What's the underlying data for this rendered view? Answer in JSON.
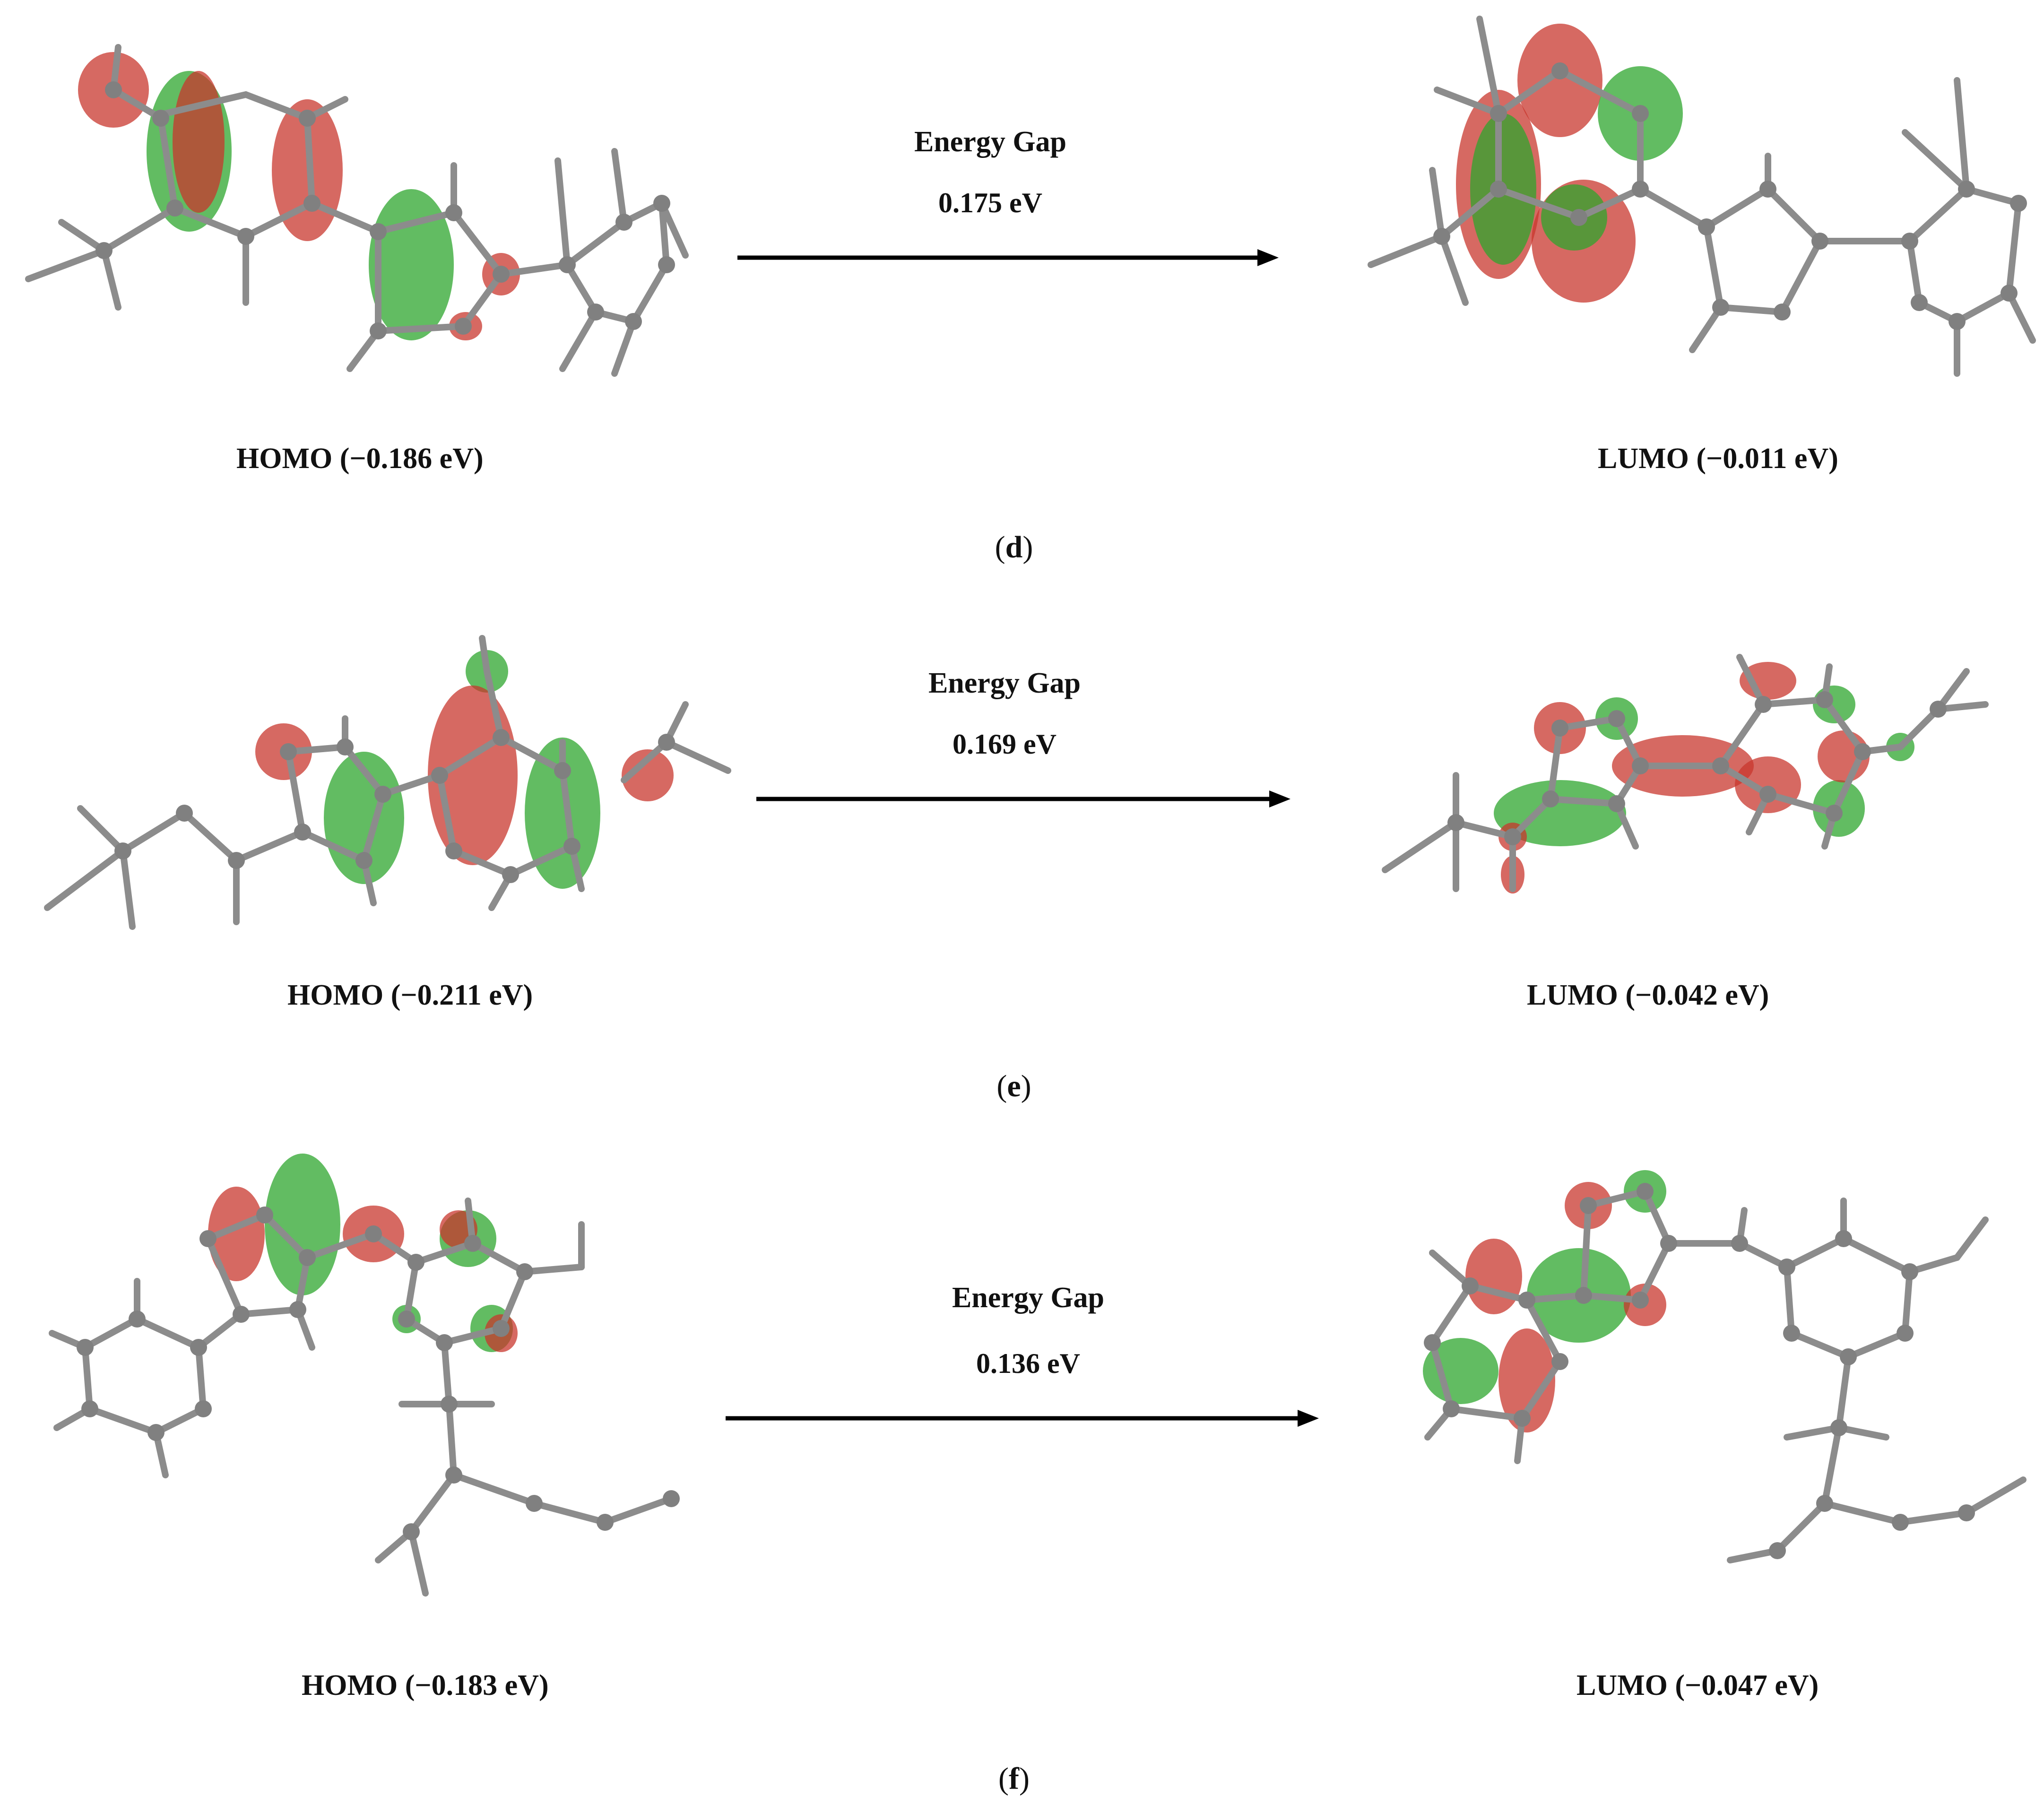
{
  "colors": {
    "atom": "#808080",
    "bond": "#8c8c8c",
    "orbital_positive": "#2ea62e",
    "orbital_negative": "#c8372d",
    "arrow": "#000000"
  },
  "panels": [
    {
      "id": "d",
      "tag_open": "(",
      "tag_letter": "d",
      "tag_close": ")",
      "gap_title": "Energy Gap",
      "gap_value": "0.175 eV",
      "homo_label": "HOMO (−0.186 eV)",
      "lumo_label": "LUMO (−0.011 eV)"
    },
    {
      "id": "e",
      "tag_open": "(",
      "tag_letter": "e",
      "tag_close": ")",
      "gap_title": "Energy Gap",
      "gap_value": "0.169 eV",
      "homo_label": "HOMO (−0.211 eV)",
      "lumo_label": "LUMO (−0.042 eV)"
    },
    {
      "id": "f",
      "tag_open": "(",
      "tag_letter": "f",
      "tag_close": ")",
      "gap_title": "Energy Gap",
      "gap_value": "0.136 eV",
      "homo_label": "HOMO (−0.183 eV)",
      "lumo_label": "LUMO (−0.047 eV)"
    }
  ]
}
